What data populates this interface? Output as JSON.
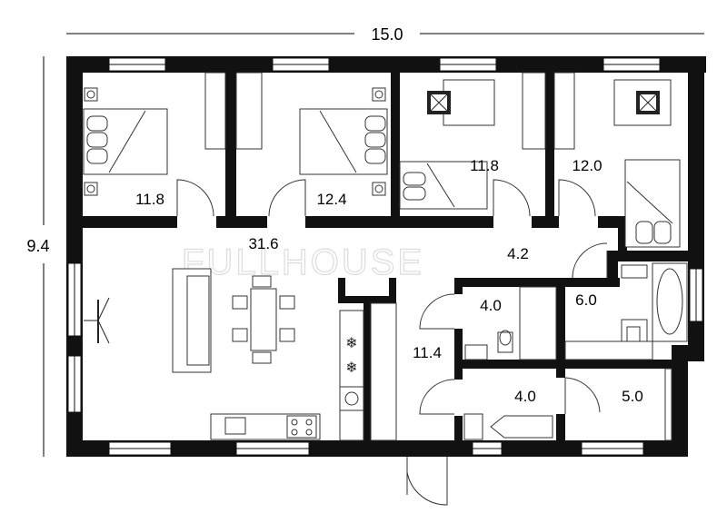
{
  "plan": {
    "overall_width": "15.0",
    "overall_depth": "9.4",
    "watermark": "FULLHOUSE",
    "rooms": [
      {
        "id": "bedroom-1",
        "area": "11.8"
      },
      {
        "id": "bedroom-2",
        "area": "12.4"
      },
      {
        "id": "bedroom-3",
        "area": "11.8"
      },
      {
        "id": "bedroom-4",
        "area": "12.0"
      },
      {
        "id": "living-kitchen",
        "area": "31.6"
      },
      {
        "id": "corridor",
        "area": "4.2"
      },
      {
        "id": "wc",
        "area": "4.0"
      },
      {
        "id": "bathroom",
        "area": "6.0"
      },
      {
        "id": "hall",
        "area": "11.4"
      },
      {
        "id": "utility",
        "area": "4.0"
      },
      {
        "id": "storage",
        "area": "5.0"
      }
    ]
  }
}
